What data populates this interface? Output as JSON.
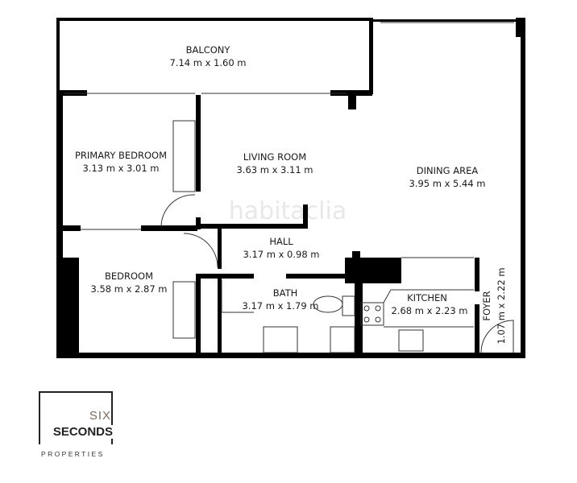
{
  "rooms": [
    {
      "name": "BALCONY",
      "size": "7.14 m x 1.60 m"
    },
    {
      "name": "PRIMARY BEDROOM",
      "size": "3.13 m x 3.01 m"
    },
    {
      "name": "LIVING ROOM",
      "size": "3.63 m x 3.11 m"
    },
    {
      "name": "DINING AREA",
      "size": "3.95 m x 5.44 m"
    },
    {
      "name": "HALL",
      "size": "3.17 m x 0.98 m"
    },
    {
      "name": "BEDROOM",
      "size": "3.58 m x 2.87 m"
    },
    {
      "name": "BATH",
      "size": "3.17 m x 1.79 m"
    },
    {
      "name": "KITCHEN",
      "size": "2.68 m x 2.23 m"
    },
    {
      "name": "FOYER",
      "size": "1.07 m x 2.22 m"
    }
  ],
  "watermark": "habitaclia",
  "logo": {
    "line1": "SIX",
    "line2": "SECONDS",
    "line3": "PROPERTIES"
  },
  "colors": {
    "wall": "#000000",
    "logo_accent": "#7a6a62"
  }
}
